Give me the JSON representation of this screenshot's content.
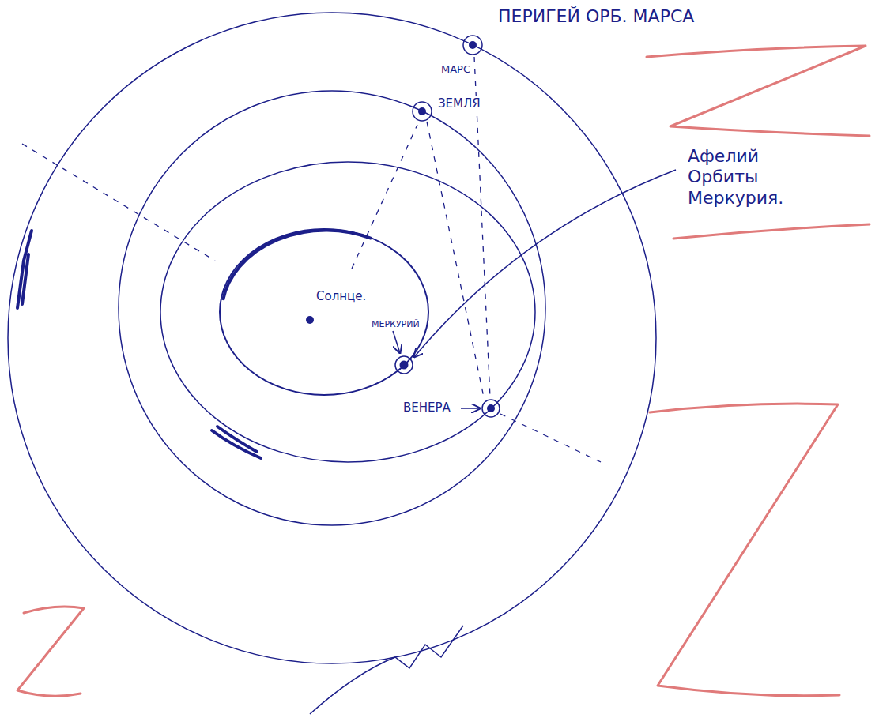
{
  "diagram": {
    "labels": [
      "ПЕРИГЕЙ ОРБ. МАРСА",
      "МАРС",
      "ЗЕМЛЯ",
      "Солнце.",
      "МЕРКУРИЙ",
      "ВЕНЕРА",
      "Афелий Орбиты Меркурия."
    ]
  }
}
